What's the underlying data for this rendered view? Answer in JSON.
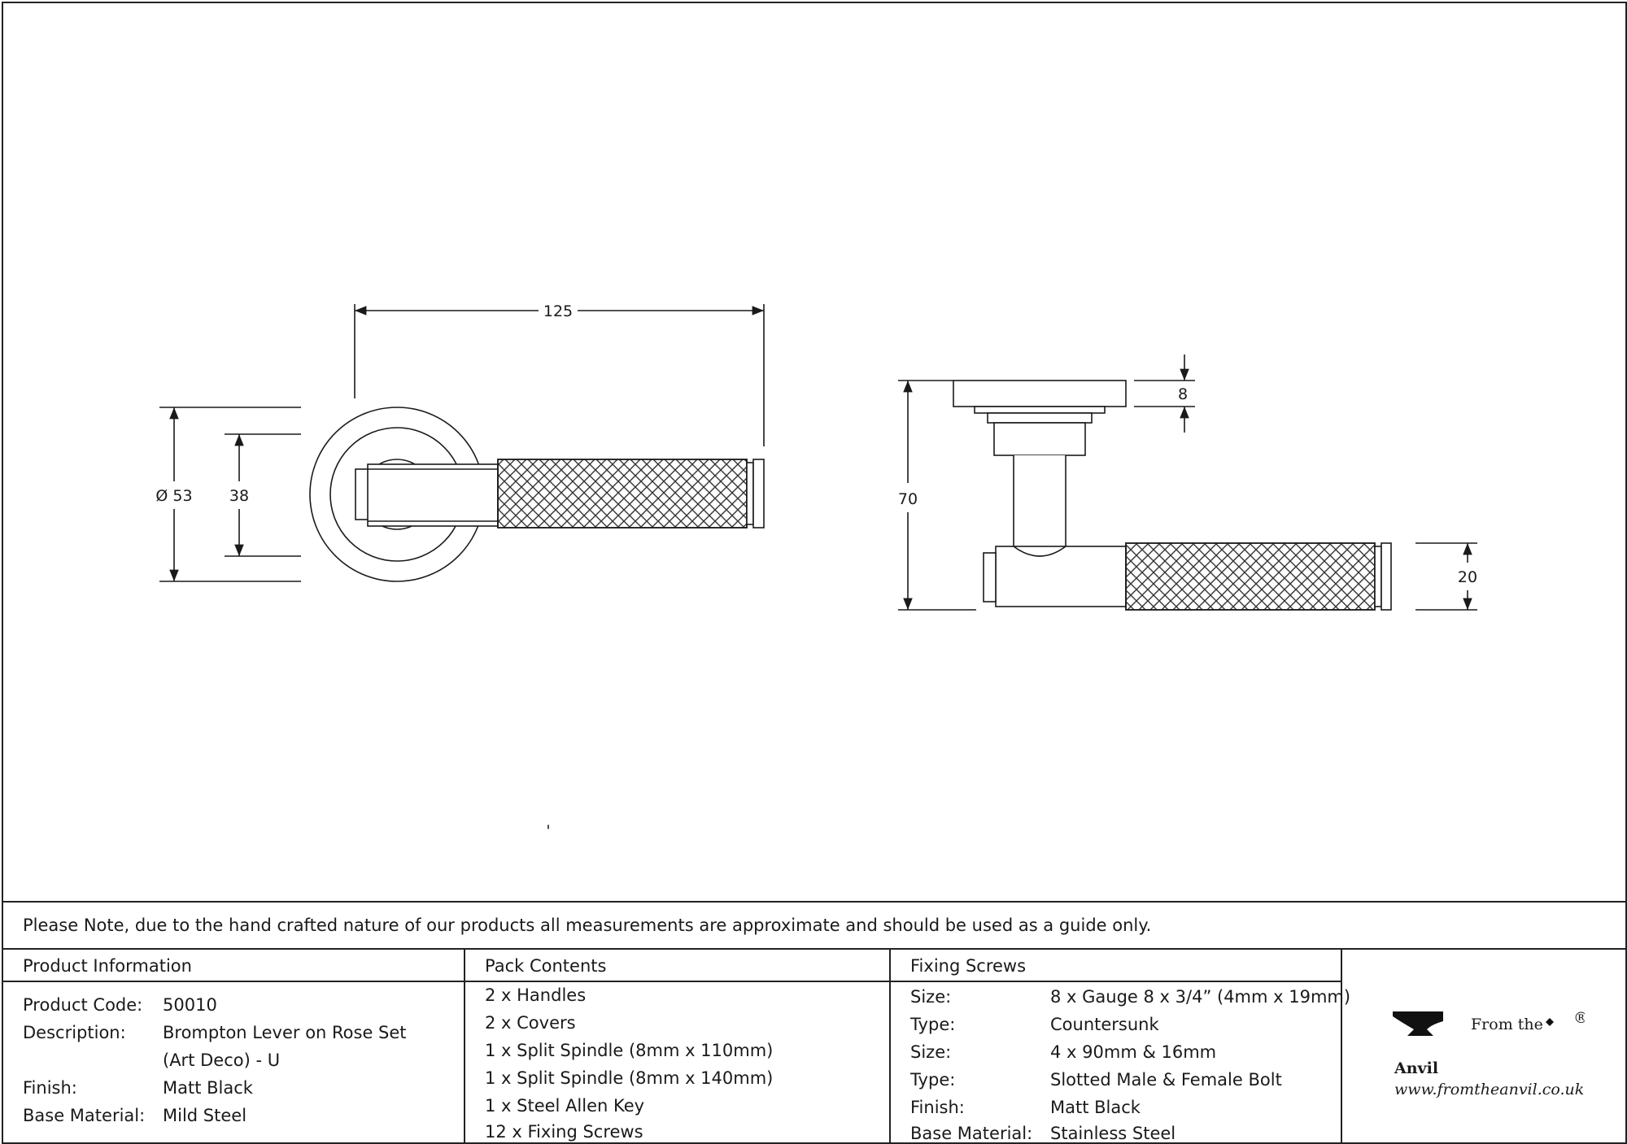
{
  "dimensions": {
    "length": "125",
    "rose_diameter": "Ø 53",
    "inner_diameter": "38",
    "rose_thickness": "8",
    "projection": "70",
    "grip_diameter": "20"
  },
  "stray_mark": "'",
  "note": "Please Note, due to the hand crafted nature of our products all measurements are approximate and should be used as a guide only.",
  "product_info": {
    "title": "Product Information",
    "rows": [
      {
        "label": "Product Code:",
        "value": "50010"
      },
      {
        "label": "Description:",
        "value": "Brompton Lever on Rose Set"
      },
      {
        "label": "",
        "value": "(Art Deco) - U"
      },
      {
        "label": "Finish:",
        "value": "Matt Black"
      },
      {
        "label": "Base Material:",
        "value": "Mild Steel"
      }
    ]
  },
  "pack_contents": {
    "title": "Pack Contents",
    "items": [
      "2 x Handles",
      "2 x Covers",
      "1 x Split Spindle (8mm x 110mm)",
      "1 x Split Spindle (8mm x 140mm)",
      "1 x Steel Allen Key",
      "12 x Fixing Screws"
    ]
  },
  "fixing_screws": {
    "title": "Fixing Screws",
    "rows": [
      {
        "label": "Size:",
        "value": "8 x Gauge 8 x 3/4” (4mm x 19mm)"
      },
      {
        "label": "Type:",
        "value": "Countersunk"
      },
      {
        "label": "Size:",
        "value": "4 x 90mm & 16mm"
      },
      {
        "label": "Type:",
        "value": "Slotted Male & Female Bolt"
      },
      {
        "label": "Finish:",
        "value": "Matt Black"
      },
      {
        "label": "Base Material:",
        "value": "Stainless Steel"
      }
    ]
  },
  "logo": {
    "from_the": "From the",
    "brand": "Anvil",
    "registered": "®",
    "url": "www.fromtheanvil.co.uk"
  }
}
